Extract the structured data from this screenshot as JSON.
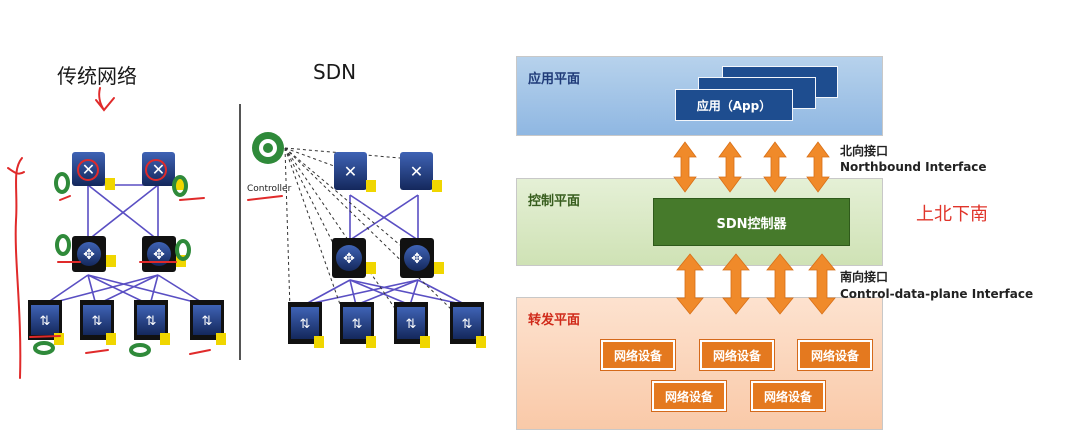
{
  "left_titles": {
    "traditional": "传统网络",
    "sdn": "SDN"
  },
  "controller_label": "Controller",
  "planes": {
    "app": "应用平面",
    "control": "控制平面",
    "forward": "转发平面"
  },
  "app_box": "应用（App）",
  "controller_box": "SDN控制器",
  "northbound": {
    "cn": "北向接口",
    "en": "Northbound Interface"
  },
  "southbound": {
    "cn": "南向接口",
    "en": "Control-data-plane Interface"
  },
  "devices": [
    "网络设备",
    "网络设备",
    "网络设备",
    "网络设备",
    "网络设备"
  ],
  "annotation": "上北下南",
  "colors": {
    "device_navy": "#1f3f86",
    "flag_yellow": "#f0d600",
    "link_purple": "#5a4fc3",
    "ring_green": "#2f8a3a",
    "pen_red": "#e02a2a",
    "arrow_orange": "#f08a2a"
  }
}
